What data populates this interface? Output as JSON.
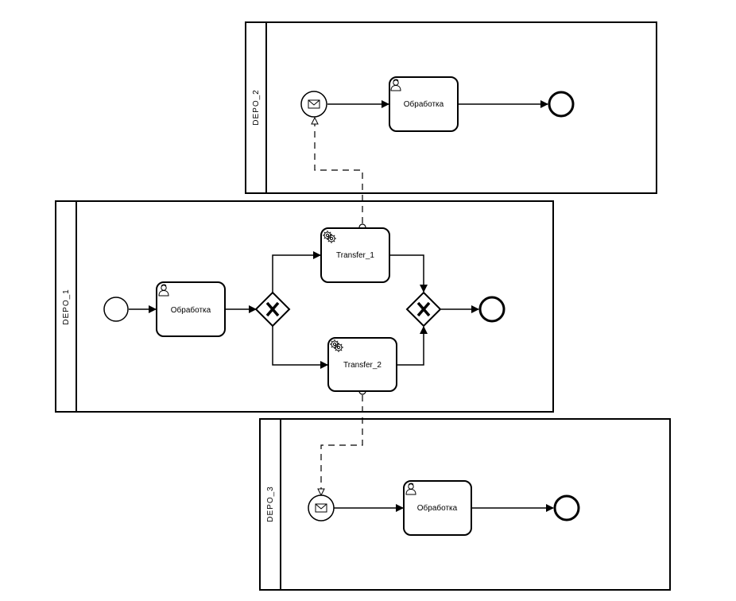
{
  "pools": {
    "depo_2": {
      "label": "DEPO_2"
    },
    "depo_1": {
      "label": "DEPO_1"
    },
    "depo_3": {
      "label": "DEPO_3"
    }
  },
  "tasks": {
    "depo_2_user_task": {
      "label": "Обработка",
      "icon": "user-icon"
    },
    "depo_1_user_task": {
      "label": "Обработка",
      "icon": "user-icon"
    },
    "transfer_1": {
      "label": "Transfer_1",
      "icon": "gear-icon"
    },
    "transfer_2": {
      "label": "Transfer_2",
      "icon": "gear-icon"
    },
    "depo_3_user_task": {
      "label": "Обработка",
      "icon": "user-icon"
    }
  },
  "gateways": {
    "split": {
      "type": "exclusive",
      "icon": "x-icon"
    },
    "join": {
      "type": "exclusive",
      "icon": "x-icon"
    }
  },
  "events": {
    "depo_2_message_start": {
      "type": "message-start",
      "icon": "envelope-icon"
    },
    "depo_2_end": {
      "type": "end"
    },
    "depo_1_start": {
      "type": "start"
    },
    "depo_1_end": {
      "type": "end"
    },
    "depo_3_message_start": {
      "type": "message-start",
      "icon": "envelope-icon"
    },
    "depo_3_end": {
      "type": "end"
    }
  }
}
